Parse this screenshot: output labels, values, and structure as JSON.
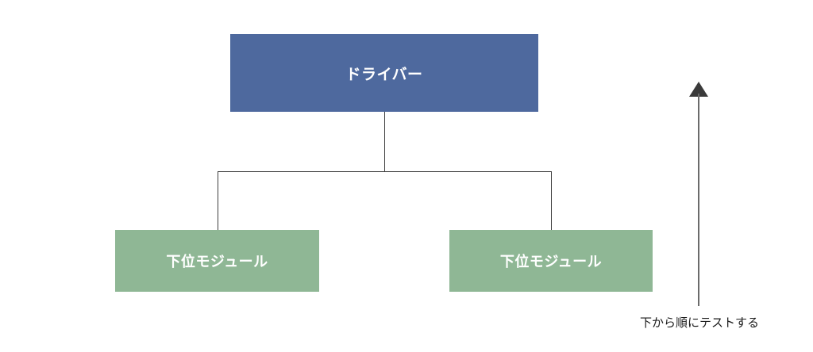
{
  "diagram": {
    "title": "bottom-up-test-structure",
    "background_color": "#ffffff",
    "nodes": {
      "driver": {
        "label": "ドライバー",
        "color": "#4E699E",
        "text_color": "#ffffff"
      },
      "module_left": {
        "label": "下位モジュール",
        "color": "#8FB795",
        "text_color": "#ffffff"
      },
      "module_right": {
        "label": "下位モジュール",
        "color": "#8FB795",
        "text_color": "#ffffff"
      }
    },
    "connector_color": "#3f3f3f",
    "arrow": {
      "direction": "up",
      "caption": "下から順にテストする",
      "color": "#3a3a3a",
      "shaft_color": "#6b6b6b",
      "caption_color": "#1a1a1a"
    }
  }
}
